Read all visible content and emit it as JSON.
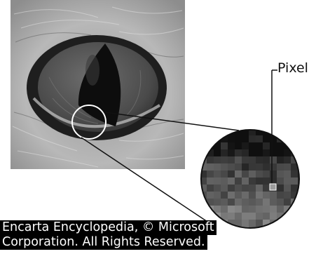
{
  "figure": {
    "label": "Pixel",
    "caption_line1": "Encarta Encyclopedia, © Microsoft",
    "caption_line2": "Corporation. All Rights Reserved."
  },
  "colors": {
    "background": "#ffffff",
    "caption_bg": "#000000",
    "caption_text": "#ffffff",
    "line": "#111111"
  },
  "icons": [
    "cat-eye-photo",
    "magnified-pixels"
  ]
}
